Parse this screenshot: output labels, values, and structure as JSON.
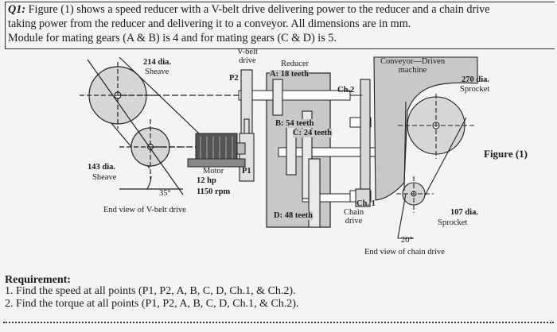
{
  "question": {
    "label": "Q1:",
    "line1": "Figure (1) shows a speed reducer with a V-belt drive delivering power to the reducer and a chain drive",
    "line2": "taking power from the reducer and delivering it to a conveyor. All dimensions are in mm.",
    "line3": "Module for mating gears (A & B) is 4 and for mating gears (C & D) is 5."
  },
  "figure": {
    "sheave_214": [
      "214 dia.",
      "Sheave"
    ],
    "sheave_143": [
      "143 dia.",
      "Sheave"
    ],
    "belt_angle": "35°",
    "belt_end_view": "End view of V-belt drive",
    "vbelt_drive": [
      "V-belt",
      "drive"
    ],
    "p2": "P2",
    "p1": "P1",
    "motor": [
      "Motor",
      "12 hp",
      "1150 rpm"
    ],
    "reducer": "Reducer",
    "gear_a": "A: 18 teeth",
    "gear_b": "B: 54 teeth",
    "gear_c": "C: 24 teeth",
    "gear_d": "D: 48 teeth",
    "ch2": "Ch.2",
    "ch1": "Ch. 1",
    "chain_drive": [
      "Chain",
      "drive"
    ],
    "conveyor": [
      "Conveyor—Driven",
      "machine"
    ],
    "sprocket_270": [
      "270 dia.",
      "Sprocket"
    ],
    "sprocket_107": [
      "107 dia.",
      "Sprocket"
    ],
    "chain_angle": "20°",
    "chain_end_view": "End view of chain drive",
    "figure_title": "Figure (1)"
  },
  "requirements": {
    "heading": "Requirement:",
    "item1": "1.  Find the speed at all points (P1, P2, A, B, C, D, Ch.1, & Ch.2).",
    "item2": "2.  Find the torque at all points (P1, P2, A, B, C, D, Ch.1, & Ch.2)."
  }
}
